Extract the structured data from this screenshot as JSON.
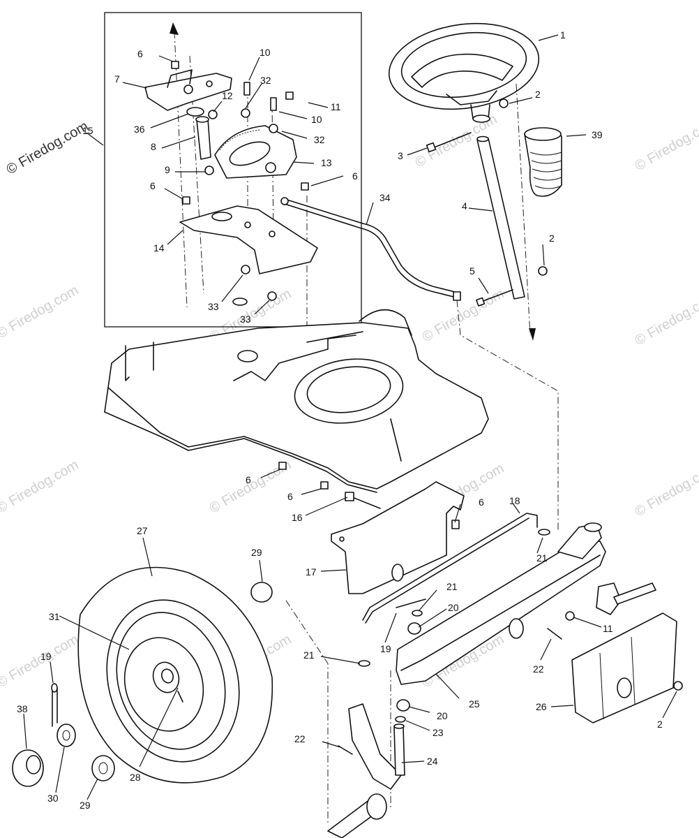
{
  "watermarks": [
    {
      "text": "© Firedog.com"
    },
    {
      "text": "© Firedog.com"
    },
    {
      "text": "© Firedog.com"
    },
    {
      "text": "© Firedog.com"
    },
    {
      "text": "© Firedog.com"
    },
    {
      "text": "© Firedog.com"
    },
    {
      "text": "© Firedog.com"
    },
    {
      "text": "© Firedog.com"
    },
    {
      "text": "© Firedog.com"
    },
    {
      "text": "© Firedog.com"
    },
    {
      "text": "© Firedog.com"
    },
    {
      "text": "© Firedog.com"
    },
    {
      "text": "© Firedog.com"
    },
    {
      "text": "© Firedog.com"
    }
  ],
  "callouts": {
    "c1": "1",
    "c2a": "2",
    "c2b": "2",
    "c2c": "2",
    "c3": "3",
    "c4": "4",
    "c5": "5",
    "c6a": "6",
    "c6b": "6",
    "c6c": "6",
    "c6d": "6",
    "c6e": "6",
    "c6f": "6",
    "c7": "7",
    "c8": "8",
    "c9": "9",
    "c10a": "10",
    "c10b": "10",
    "c11a": "11",
    "c11b": "11",
    "c12": "12",
    "c13": "13",
    "c14": "14",
    "c15": "15",
    "c16": "16",
    "c17": "17",
    "c18": "18",
    "c19a": "19",
    "c19b": "19",
    "c20a": "20",
    "c20b": "20",
    "c21a": "21",
    "c21b": "21",
    "c21c": "21",
    "c22a": "22",
    "c22b": "22",
    "c23": "23",
    "c24": "24",
    "c25": "25",
    "c26": "26",
    "c27": "27",
    "c28": "28",
    "c29a": "29",
    "c29b": "29",
    "c30": "30",
    "c31": "31",
    "c32a": "32",
    "c32b": "32",
    "c33a": "33",
    "c33b": "33",
    "c34": "34",
    "c36": "36",
    "c38": "38",
    "c39": "39"
  }
}
